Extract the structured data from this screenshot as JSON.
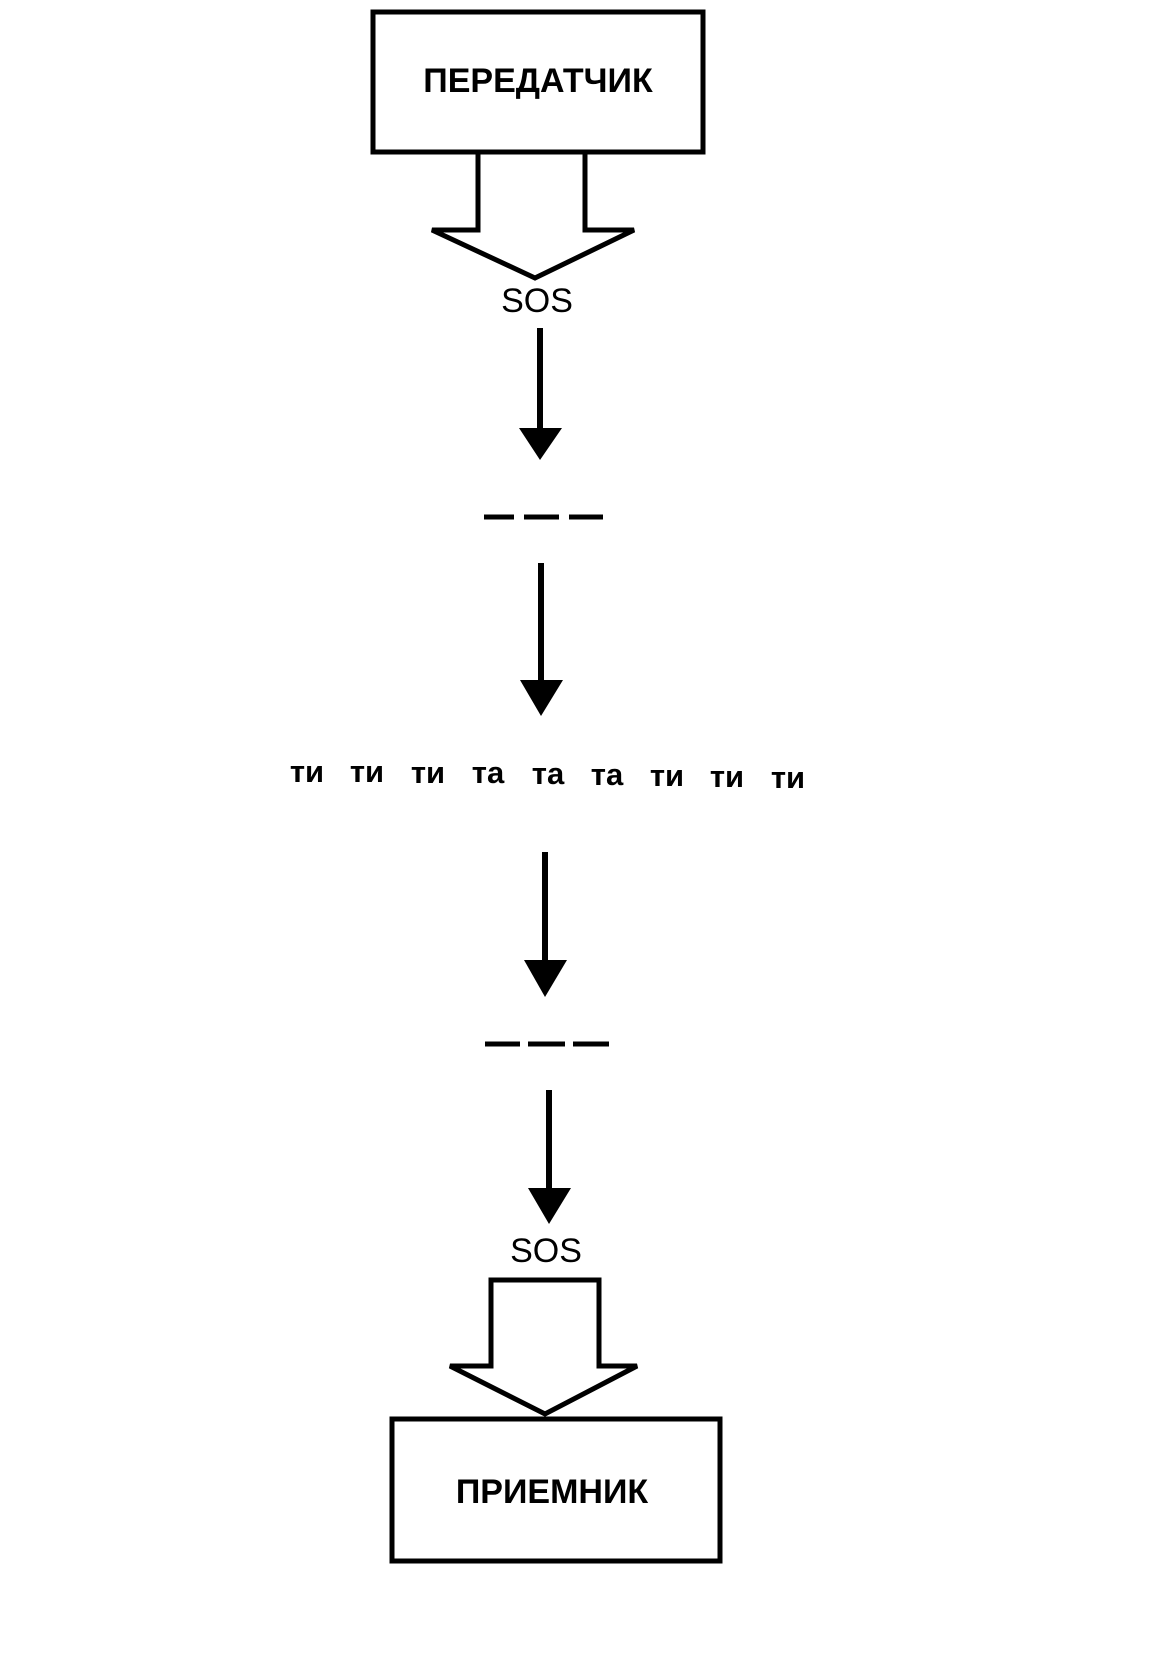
{
  "transmitter": {
    "label": "ПЕРЕДАТЧИК"
  },
  "message_top": "SOS",
  "message_bottom": "SOS",
  "morse_code_top": "— — —",
  "morse_code_bottom": "— — —",
  "sound_syllables": [
    "ти",
    "ти",
    "ти",
    "та",
    "та",
    "та",
    "ти",
    "ти",
    "ти"
  ],
  "receiver": {
    "label": "ПРИЕМНИК"
  },
  "colors": {
    "ink": "#000000",
    "background": "#ffffff"
  }
}
